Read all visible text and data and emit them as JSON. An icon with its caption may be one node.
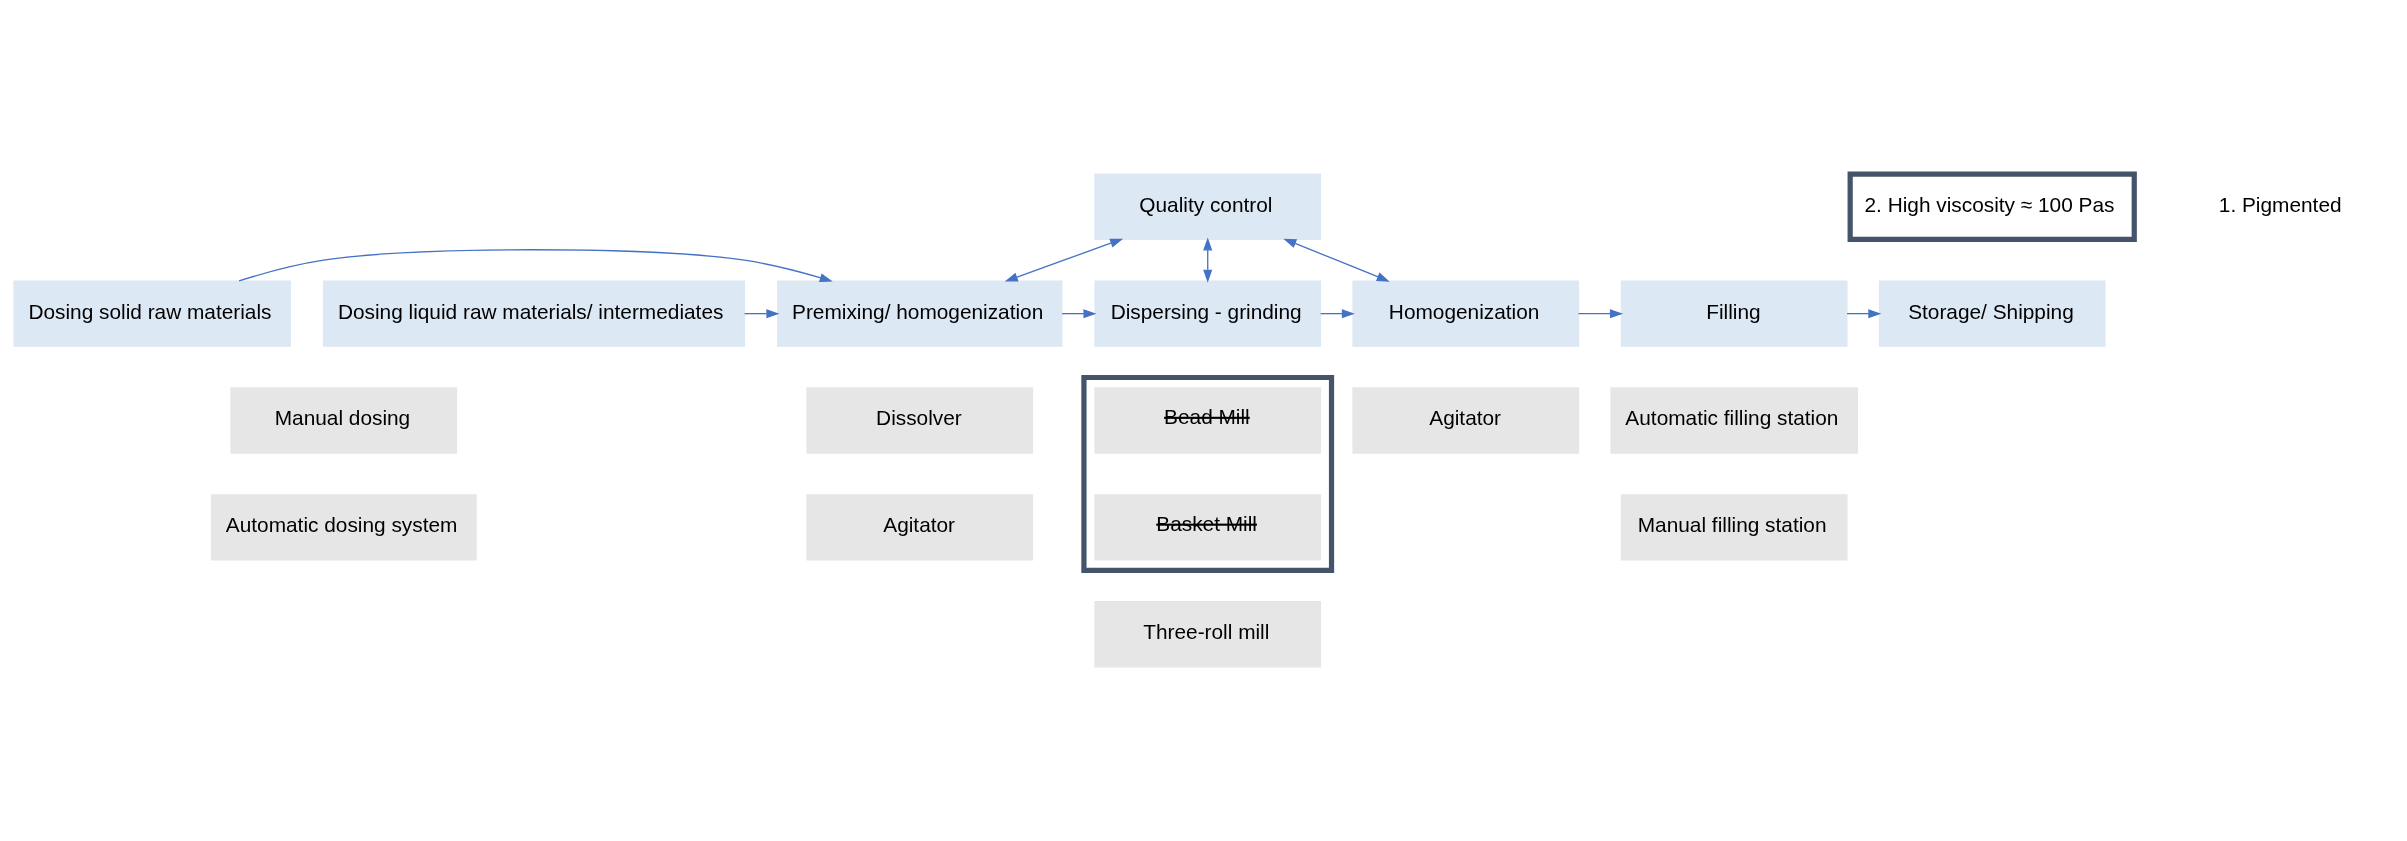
{
  "diagram": {
    "nodes": [
      {
        "text": [
          "Quality control"
        ]
      },
      {
        "text": [
          "Dosing solid raw materials"
        ]
      },
      {
        "text": [
          "Dosing liquid raw materials/ intermediates"
        ]
      },
      {
        "text": [
          "Premixing/ homogenization"
        ]
      },
      {
        "text": [
          "Dispersing - grinding"
        ]
      },
      {
        "text": [
          "Homogenization"
        ]
      },
      {
        "text": [
          "Filling"
        ]
      },
      {
        "text": [
          "Storage/ Shipping"
        ]
      },
      {
        "text": [
          "2. High viscosity ≈ 100 Pas"
        ]
      },
      {
        "text": [
          "Manual dosing"
        ]
      },
      {
        "text": [
          "Automatic dosing system"
        ]
      },
      {
        "text": [
          "Dissolver"
        ]
      },
      {
        "text": [
          "Agitator"
        ]
      },
      {
        "text": [],
        "shape": "box"
      },
      {
        "text": [
          "Bead Mill"
        ],
        "in": 13
      },
      {
        "text": [
          "Basket Mill"
        ],
        "in": 13
      },
      {
        "text": [
          "Three-roll mill"
        ]
      },
      {
        "text": [
          "Agitator"
        ]
      },
      {
        "text": [
          "Automatic filling station"
        ]
      },
      {
        "text": [
          "Manual filling station"
        ]
      }
    ],
    "edges": [
      {
        "from": 1,
        "to": 3,
        "arrow": "to"
      },
      {
        "from": 2,
        "to": 3,
        "arrow": "to"
      },
      {
        "from": 3,
        "to": 4,
        "arrow": "to"
      },
      {
        "from": 4,
        "to": 5,
        "arrow": "to"
      },
      {
        "from": 5,
        "to": 6,
        "arrow": "to"
      },
      {
        "from": 6,
        "to": 7,
        "arrow": "to"
      },
      {
        "from": 0,
        "to": 3,
        "arrow": "both"
      },
      {
        "from": 0,
        "to": 4,
        "arrow": "both"
      },
      {
        "from": 0,
        "to": 5,
        "arrow": "both"
      }
    ],
    "labels": [
      "1. Pigmented"
    ]
  }
}
